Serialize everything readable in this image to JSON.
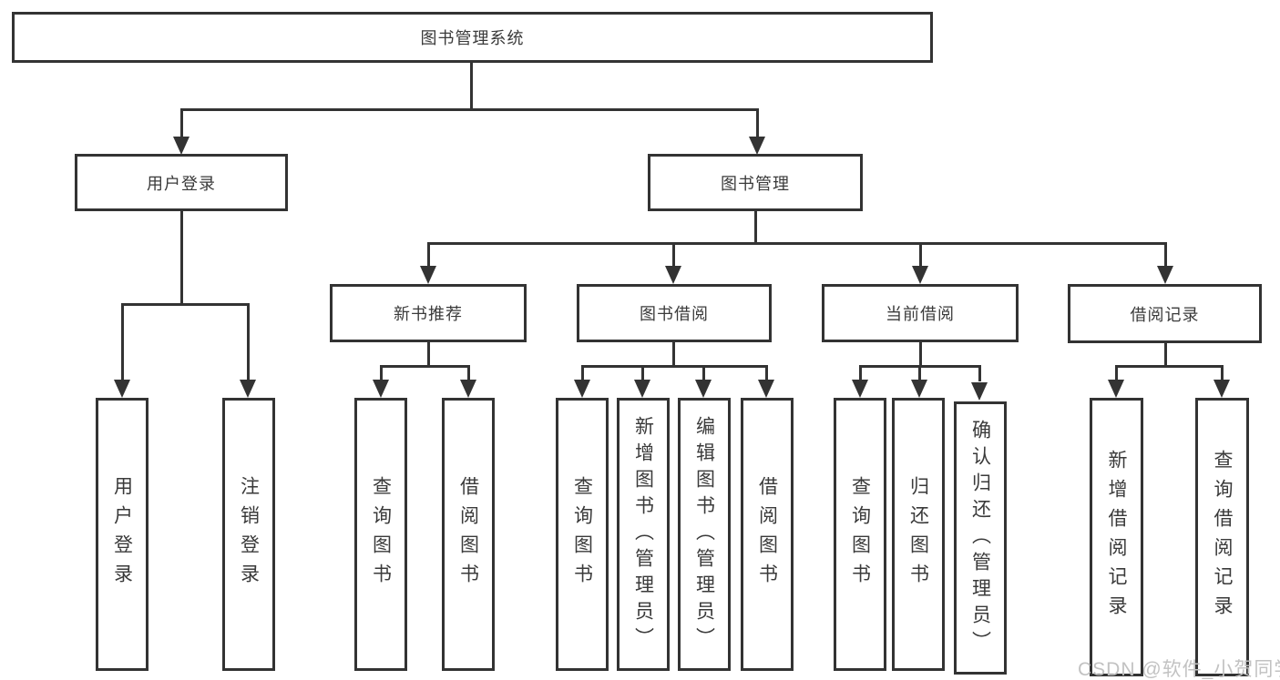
{
  "title": {
    "root": "图书管理系统"
  },
  "level2": {
    "user_login": "用户登录",
    "book_mgmt": "图书管理"
  },
  "level3": {
    "new_books": "新书推荐",
    "book_borrow": "图书借阅",
    "current_borrow": "当前借阅",
    "borrow_records": "借阅记录"
  },
  "leaves": {
    "user_login": [
      "用户登录",
      "注销登录"
    ],
    "new_books": [
      "查询图书",
      "借阅图书"
    ],
    "book_borrow": [
      "查询图书",
      "新增图书（管理员）",
      "编辑图书（管理员）",
      "借阅图书"
    ],
    "current_borrow": [
      "查询图书",
      "归还图书",
      "确认归还（管理员）"
    ],
    "borrow_records": [
      "新增借阅记录",
      "查询借阅记录"
    ]
  },
  "watermark": "CSDN @软件_小贺同学",
  "colors": {
    "line": "#333333",
    "text": "#3a3a3a",
    "watermark": "#c2c2c2",
    "background": "#ffffff"
  }
}
